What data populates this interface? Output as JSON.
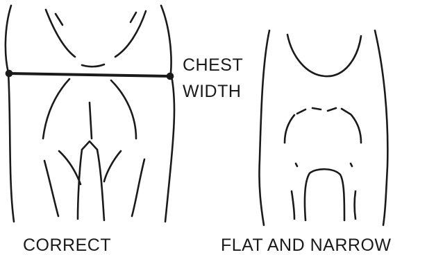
{
  "labels": {
    "chest_line1": "CHEST",
    "chest_line2": "WIDTH",
    "correct": "CORRECT",
    "flat_and_narrow": "FLAT AND NARROW"
  },
  "colors": {
    "ink": "#1a1a1a",
    "background": "#ffffff"
  }
}
